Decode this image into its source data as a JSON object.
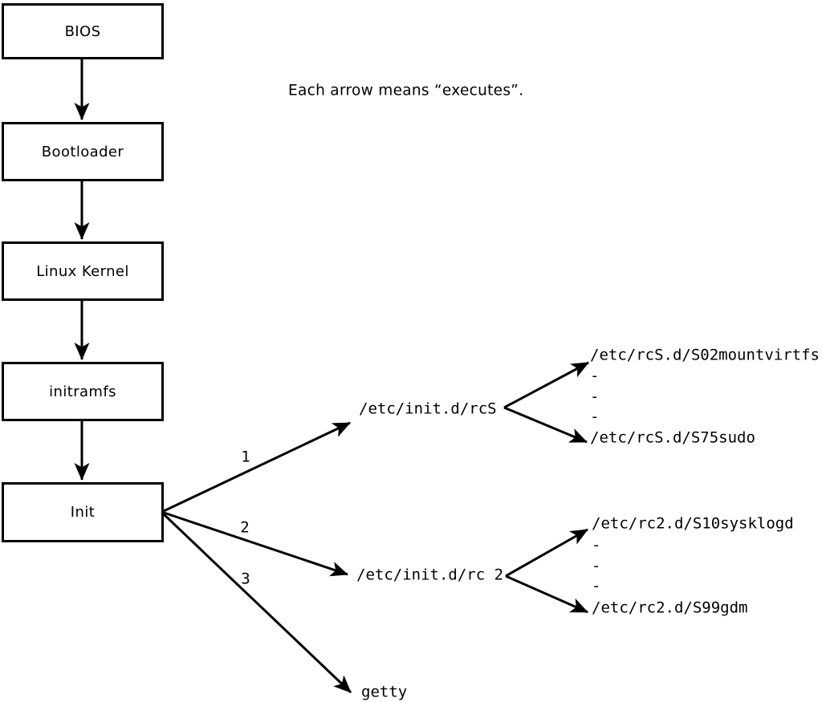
{
  "note": "Each arrow means “executes”.",
  "chain": [
    "BIOS",
    "Bootloader",
    "Linux Kernel",
    "initramfs",
    "Init"
  ],
  "fanout": [
    {
      "label": "1",
      "target": "/etc/init.d/rcS",
      "children": [
        "/etc/rcS.d/S02mountvirtfs",
        "-",
        "-",
        "-",
        "/etc/rcS.d/S75sudo"
      ]
    },
    {
      "label": "2",
      "target": "/etc/init.d/rc 2",
      "children": [
        "/etc/rc2.d/S10sysklogd",
        "-",
        "-",
        "-",
        "/etc/rc2.d/S99gdm"
      ]
    },
    {
      "label": "3",
      "target": "getty",
      "children": []
    }
  ],
  "colors": {
    "line": "#000000",
    "background": "#ffffff"
  }
}
